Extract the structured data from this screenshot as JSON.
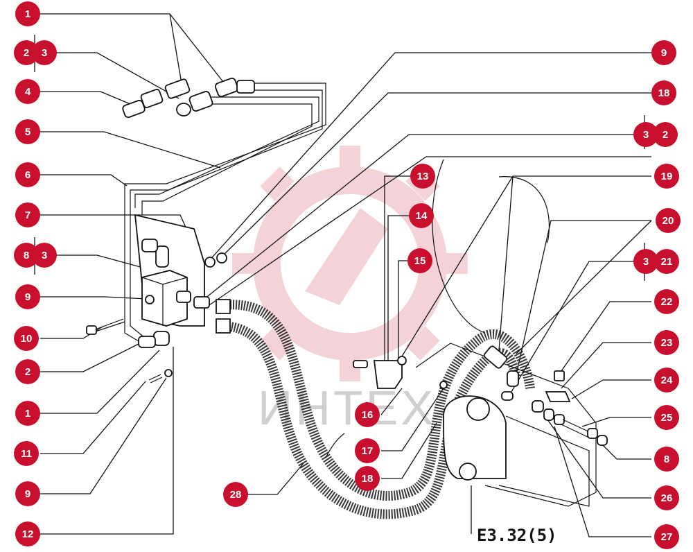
{
  "diagram_code": "E3.32(5)",
  "watermark_text": "ИНТЕХ",
  "accent_color": "#c8102e",
  "callouts": [
    {
      "id": "c1a",
      "label": "1"
    },
    {
      "id": "c2a",
      "label": "2"
    },
    {
      "id": "c3a",
      "label": "3"
    },
    {
      "id": "c4",
      "label": "4"
    },
    {
      "id": "c5",
      "label": "5"
    },
    {
      "id": "c6",
      "label": "6"
    },
    {
      "id": "c7",
      "label": "7"
    },
    {
      "id": "c8a",
      "label": "8"
    },
    {
      "id": "c3b",
      "label": "3"
    },
    {
      "id": "c9a",
      "label": "9"
    },
    {
      "id": "c10",
      "label": "10"
    },
    {
      "id": "c2b",
      "label": "2"
    },
    {
      "id": "c1b",
      "label": "1"
    },
    {
      "id": "c11",
      "label": "11"
    },
    {
      "id": "c9b",
      "label": "9"
    },
    {
      "id": "c12",
      "label": "12"
    },
    {
      "id": "c28",
      "label": "28"
    },
    {
      "id": "c9c",
      "label": "9"
    },
    {
      "id": "c18a",
      "label": "18"
    },
    {
      "id": "c3c",
      "label": "3"
    },
    {
      "id": "c2c",
      "label": "2"
    },
    {
      "id": "c13",
      "label": "13"
    },
    {
      "id": "c19",
      "label": "19"
    },
    {
      "id": "c14",
      "label": "14"
    },
    {
      "id": "c20",
      "label": "20"
    },
    {
      "id": "c15",
      "label": "15"
    },
    {
      "id": "c3d",
      "label": "3"
    },
    {
      "id": "c21",
      "label": "21"
    },
    {
      "id": "c22",
      "label": "22"
    },
    {
      "id": "c23",
      "label": "23"
    },
    {
      "id": "c24",
      "label": "24"
    },
    {
      "id": "c16",
      "label": "16"
    },
    {
      "id": "c17",
      "label": "17"
    },
    {
      "id": "c18b",
      "label": "18"
    },
    {
      "id": "c25",
      "label": "25"
    },
    {
      "id": "c8b",
      "label": "8"
    },
    {
      "id": "c26",
      "label": "26"
    },
    {
      "id": "c27",
      "label": "27"
    }
  ]
}
